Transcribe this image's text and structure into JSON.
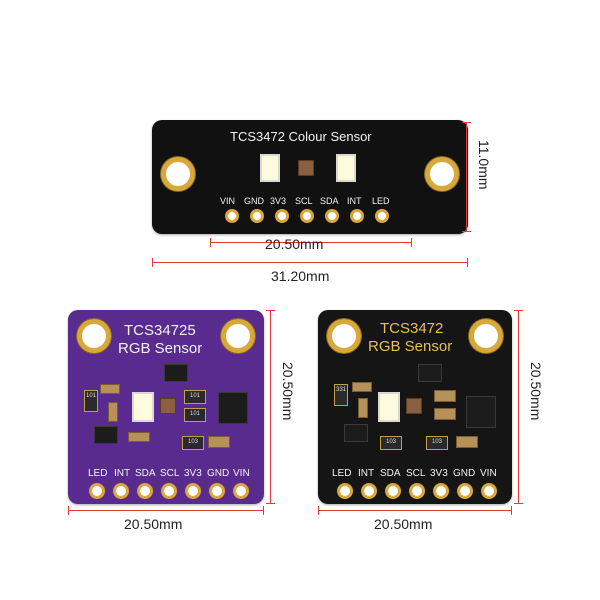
{
  "top_board": {
    "title": "TCS3472 Colour Sensor",
    "pins": [
      "VIN",
      "GND",
      "3V3",
      "SCL",
      "SDA",
      "INT",
      "LED"
    ],
    "width_inner": "20.50mm",
    "width_total": "31.20mm",
    "height": "11.0mm"
  },
  "purple_board": {
    "title_line1": "TCS34725",
    "title_line2": "RGB Sensor",
    "pins": [
      "LED",
      "INT",
      "SDA",
      "SCL",
      "3V3",
      "GND",
      "VIN"
    ],
    "width": "20.50mm",
    "height": "20.50mm",
    "resistor_labels": [
      "101",
      "101",
      "101",
      "103"
    ]
  },
  "black_board": {
    "title_line1": "TCS3472",
    "title_line2": "RGB Sensor",
    "pins": [
      "LED",
      "INT",
      "SDA",
      "SCL",
      "3V3",
      "GND",
      "VIN"
    ],
    "width": "20.50mm",
    "height": "20.50mm",
    "resistor_labels": [
      "331",
      "103",
      "103"
    ]
  },
  "colors": {
    "dimension_line": "#e23a3a",
    "purple_pcb": "#5a2b8f",
    "black_pcb": "#151515",
    "gold_pad": "#d8a93a"
  }
}
